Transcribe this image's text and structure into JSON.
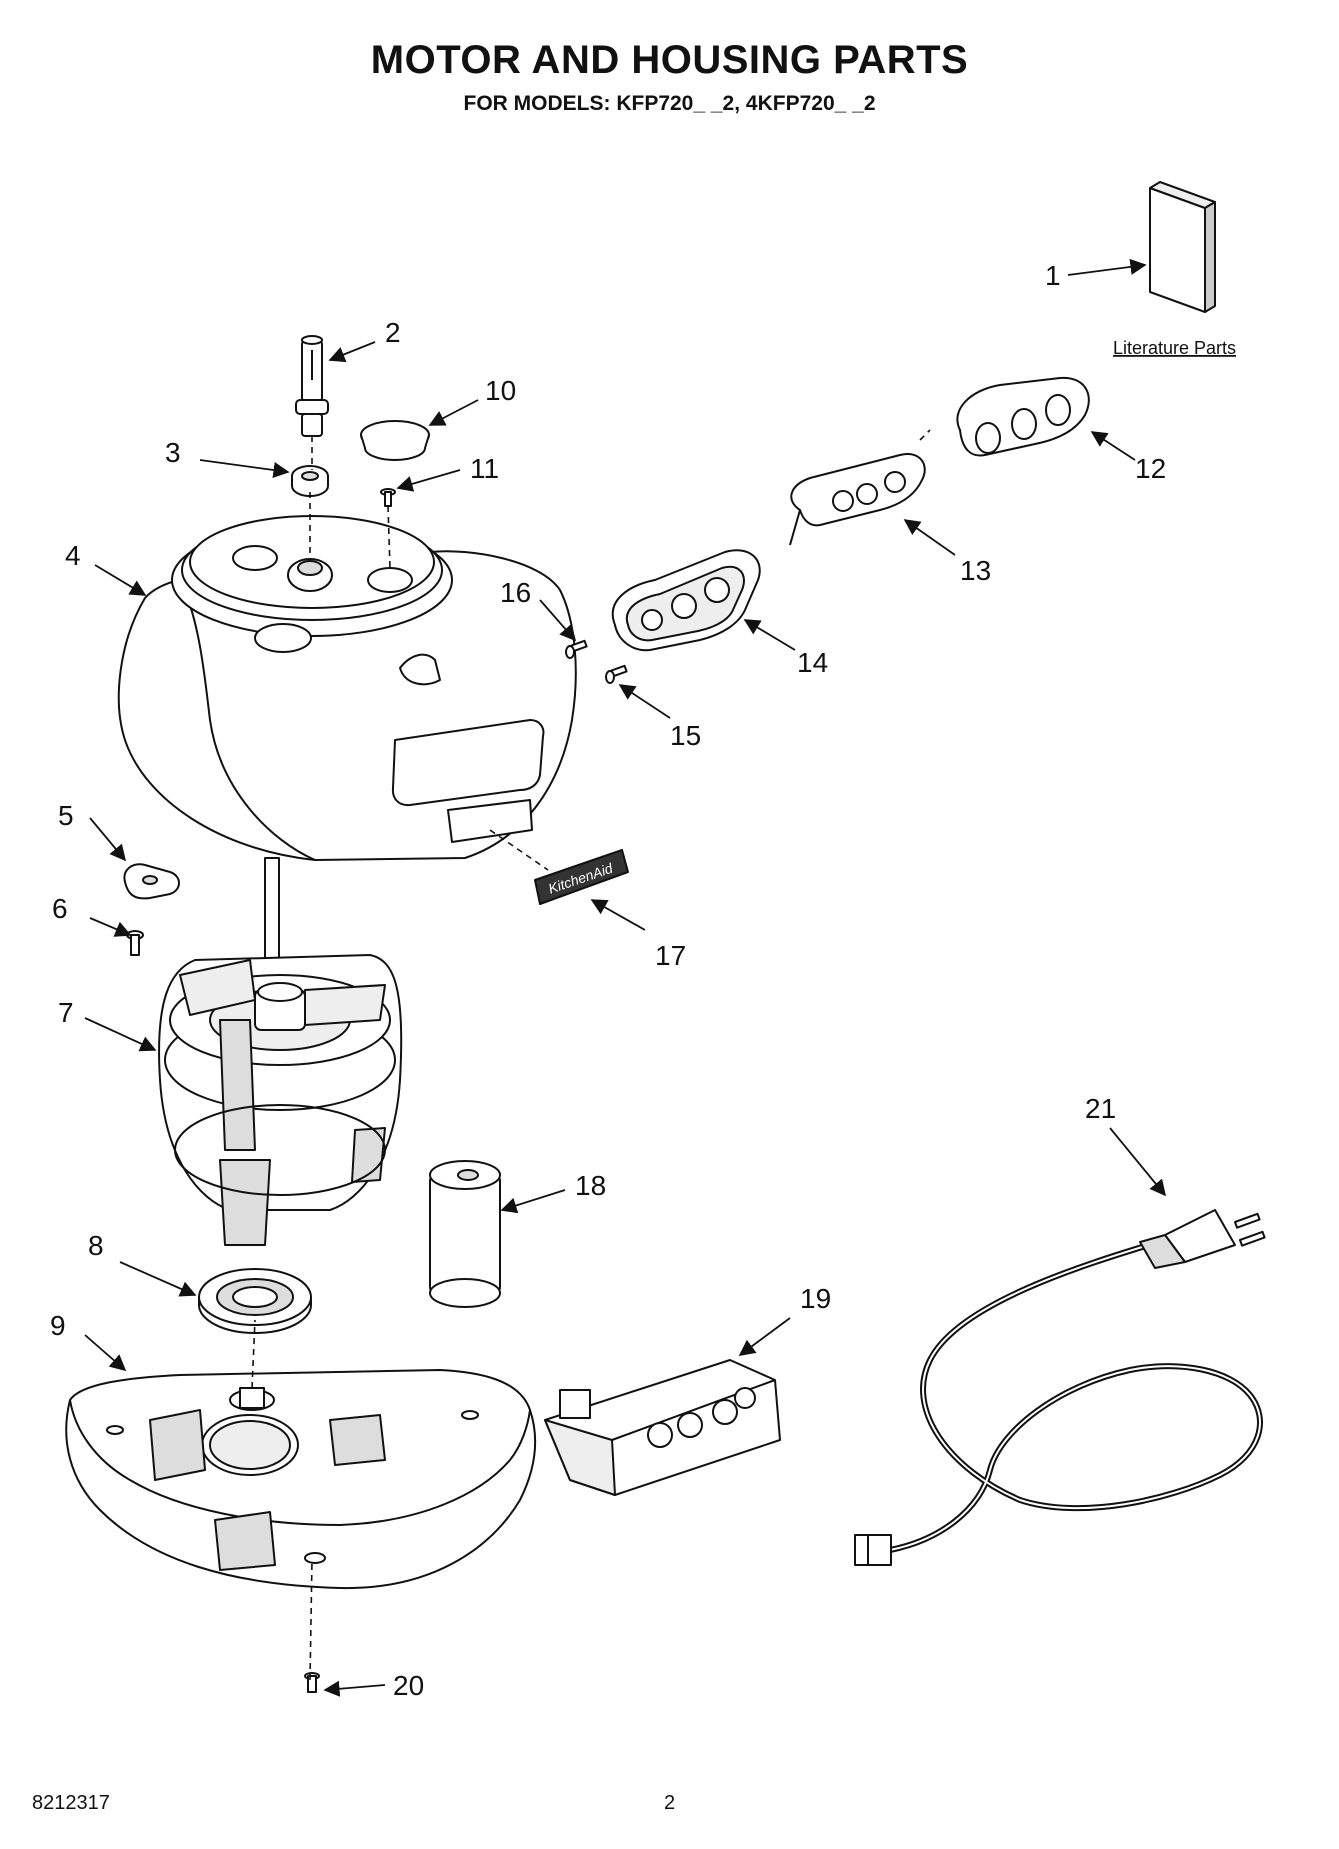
{
  "title": "MOTOR AND HOUSING PARTS",
  "subtitle": "FOR MODELS: KFP720_ _2, 4KFP720_ _2",
  "literature_label": "Literature Parts",
  "brand_text": "KitchenAid",
  "footer": {
    "doc_number": "8212317",
    "page_number": "2"
  },
  "callouts": [
    "1",
    "2",
    "3",
    "4",
    "5",
    "6",
    "7",
    "8",
    "9",
    "10",
    "11",
    "12",
    "13",
    "14",
    "15",
    "16",
    "17",
    "18",
    "19",
    "20",
    "21"
  ]
}
